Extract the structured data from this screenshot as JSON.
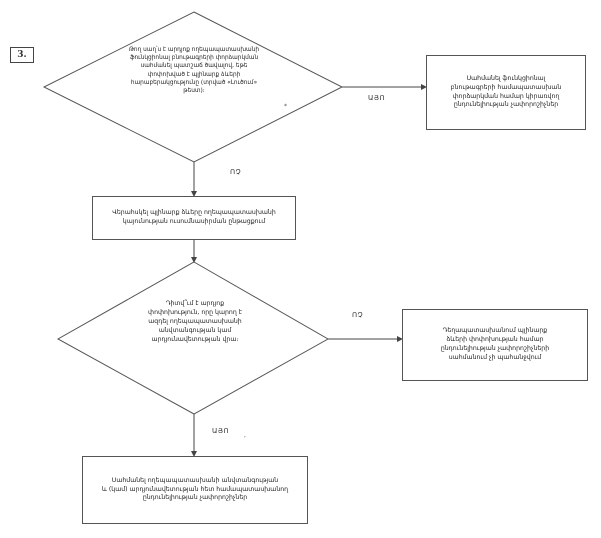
{
  "step_number": "3.",
  "diamond_top": {
    "lines": [
      "Թող սաղ՝ս է արդյոք ողեպապատասխանի",
      "ֆունկցիոնալ բնութագրերի փորձարկման",
      "սահմանել պատշաճ ծավալով, եթե",
      "փոփոխված է պլինարք ձևերի",
      "հարաբերակցությունը (տրված «Լուծում»",
      "թեստ)։"
    ]
  },
  "box_right_top": {
    "lines": [
      "Սահմանել ֆունկցիոնալ",
      "բնութագրերի համապատասխան",
      "փորձարկման համար կիրառվող",
      "ընդունելիության չափորոշիչներ"
    ]
  },
  "box_middle": {
    "lines": [
      "Վերահսկել պլինարք ձևերը ողեպապատասխանի",
      "կայունության ուսումնասիրման ընթացքում"
    ]
  },
  "diamond_bottom": {
    "lines": [
      "Դիտվ՞ւմ է արդյոք",
      "փոփոխություն, որը կարող է",
      "ազդել ողեպապատասխանի",
      "անվտանգության կամ",
      "արդյունավետության վրա։"
    ]
  },
  "box_right_bottom": {
    "lines": [
      "Դեղապատասխանում պլինարք",
      "ձևերի փոփոխության համար",
      "ընդունելիության չափորոշիչների",
      "սահմանում չի պահանջվում"
    ]
  },
  "box_bottom": {
    "lines": [
      "Սահմանել ողեպապատասխանի անվտանգության",
      "և (կամ) արդյունավետության հետ համապատասխանող",
      "ընդունելիության չափորոշիչներ"
    ]
  },
  "labels": {
    "yes_top": "ԱՅՈ",
    "no_top": "ՈՉ",
    "no_bottom": "ՈՉ",
    "yes_bottom": "ԱՅՈ"
  },
  "stray_marks": [
    "*",
    ","
  ]
}
